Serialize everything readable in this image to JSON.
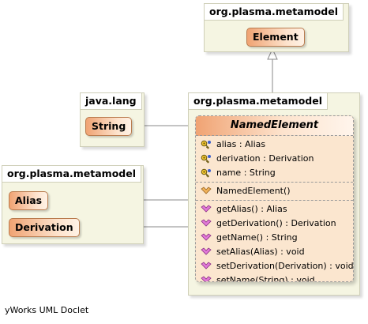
{
  "packages": {
    "top": {
      "title": "org.plasma.metamodel",
      "element": "Element"
    },
    "java_lang": {
      "title": "java.lang",
      "element": "String"
    },
    "left": {
      "title": "org.plasma.metamodel",
      "elements": [
        "Alias",
        "Derivation"
      ]
    },
    "main": {
      "title": "org.plasma.metamodel"
    }
  },
  "named_element": {
    "name": "NamedElement",
    "attributes": [
      "alias : Alias",
      "derivation : Derivation",
      "name : String"
    ],
    "constructors": [
      "NamedElement()"
    ],
    "methods": [
      "getAlias() : Alias",
      "getDerivation() : Derivation",
      "getName() : String",
      "setAlias(Alias) : void",
      "setDerivation(Derivation) : void",
      "setName(String) : void"
    ]
  },
  "footer": "yWorks UML Doclet",
  "colors": {
    "package_fill": "#f5f5e2",
    "class_fill": "#fbe6cf",
    "pill_gradient_start": "#f0a373",
    "line": "#888888"
  },
  "icons": {
    "attribute": "key-icon",
    "constructor": "constructor-icon",
    "method": "method-icon"
  }
}
